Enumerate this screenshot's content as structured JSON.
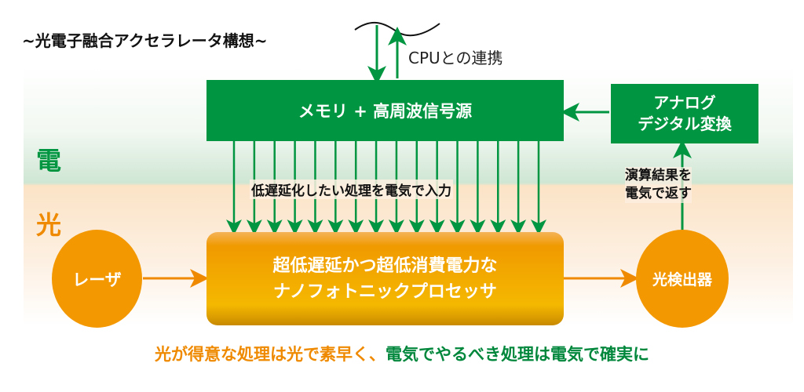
{
  "title": "~光電子融合アクセラレータ構想~",
  "cpu_label": "CPUとの連携",
  "memory_box": "メモリ + 高周波信号源",
  "adc_box": [
    "アナログ",
    "デジタル変換"
  ],
  "electric_label": "電",
  "light_label": "光",
  "input_label": "低遅延化したい処理を電気で入力",
  "return_label": [
    "演算結果を",
    "電気で返す"
  ],
  "laser": "レーザ",
  "processor": [
    "超低遅延かつ超低消費電力な",
    "ナノフォトニックプロセッサ"
  ],
  "detector": "光検出器",
  "tagline": {
    "light_part": "光が得意な処理は光で素早く、",
    "electric_part": "電気でやるべき処理は電気で確実に"
  },
  "colors": {
    "green": "#009540",
    "orange": "#f39800"
  },
  "input_arrow_count": 16
}
